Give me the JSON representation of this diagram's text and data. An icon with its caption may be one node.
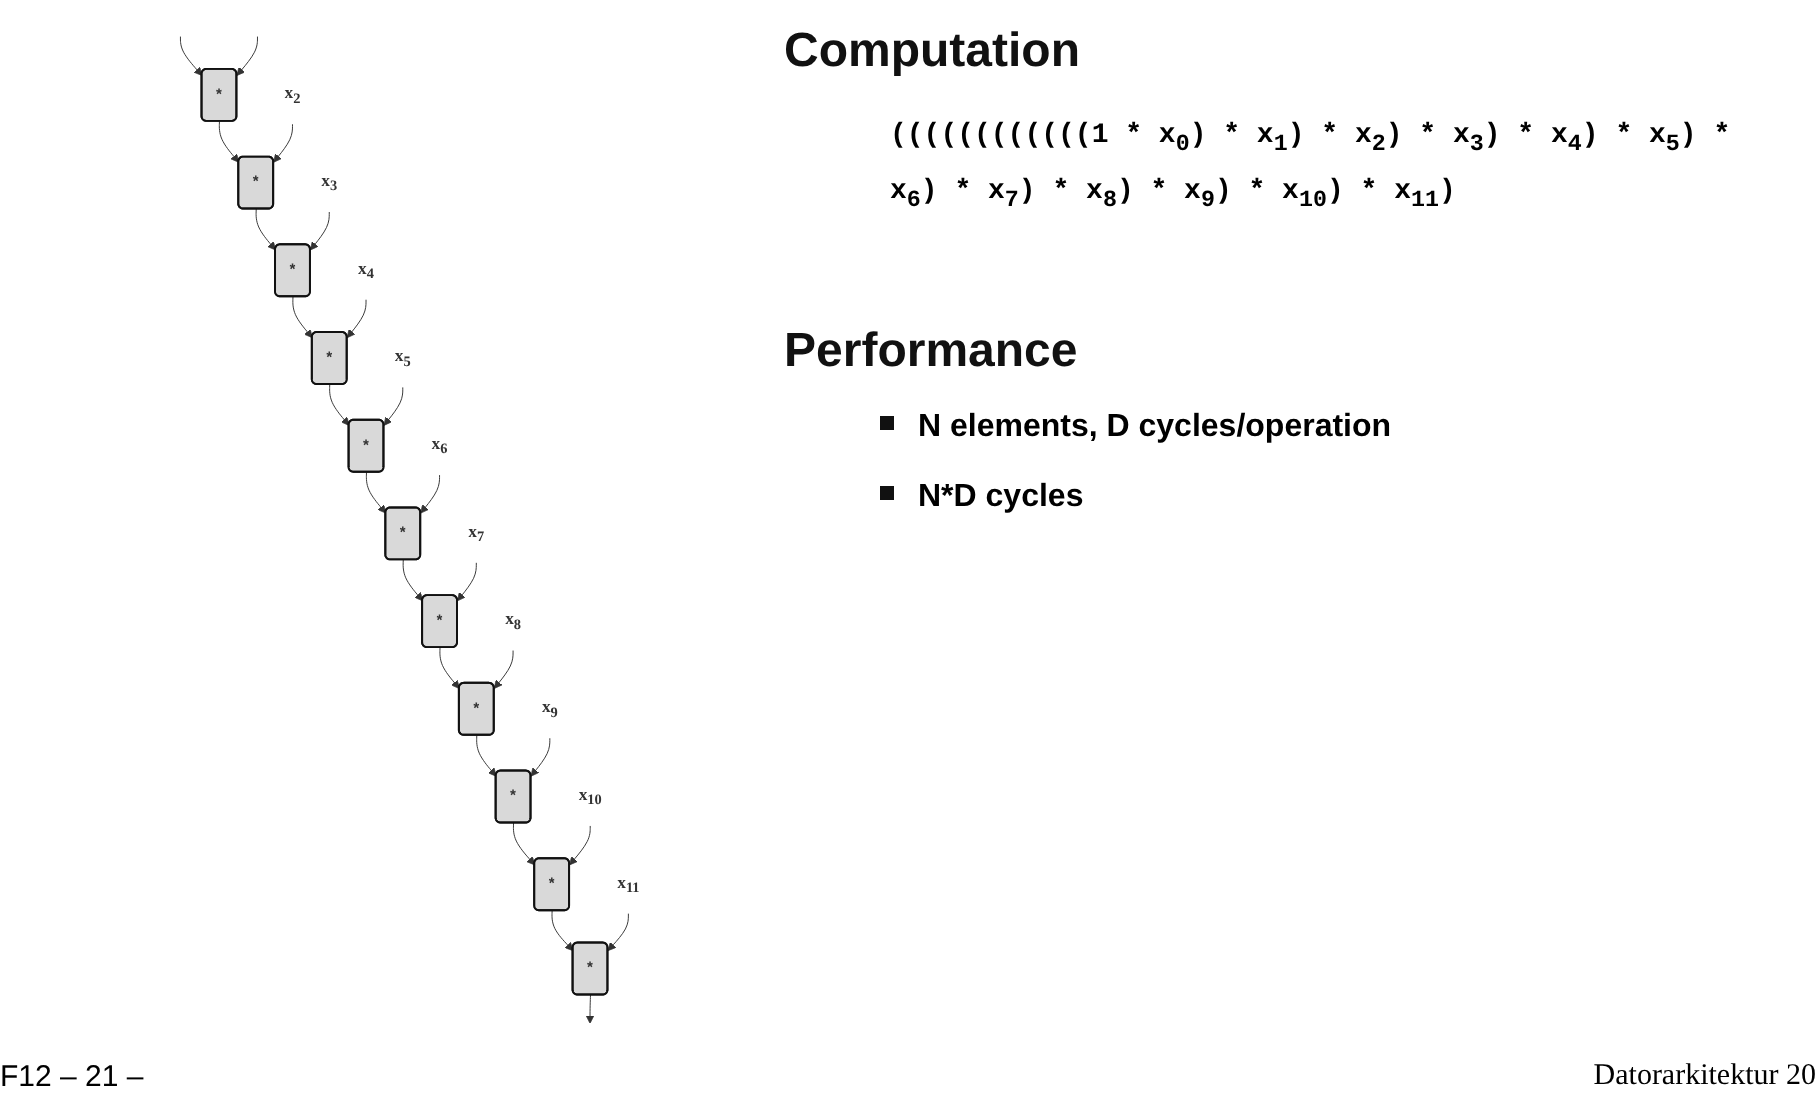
{
  "diagram": {
    "nodes": [
      {
        "text": [
          "*"
        ]
      },
      {
        "text": [
          "x$_{2}$"
        ]
      },
      {
        "text": [
          "*"
        ]
      },
      {
        "text": [
          "x$_{3}$"
        ]
      },
      {
        "text": [
          "*"
        ]
      },
      {
        "text": [
          "x$_{4}$"
        ]
      },
      {
        "text": [
          "*"
        ]
      },
      {
        "text": [
          "x$_{5}$"
        ]
      },
      {
        "text": [
          "*"
        ]
      },
      {
        "text": [
          "x$_{6}$"
        ]
      },
      {
        "text": [
          "*"
        ]
      },
      {
        "text": [
          "x$_{7}$"
        ]
      },
      {
        "text": [
          "*"
        ]
      },
      {
        "text": [
          "x$_{8}$"
        ]
      },
      {
        "text": [
          "*"
        ]
      },
      {
        "text": [
          "x$_{9}$"
        ]
      },
      {
        "text": [
          "*"
        ]
      },
      {
        "text": [
          "x$_{10}$"
        ]
      },
      {
        "text": [
          "*"
        ]
      },
      {
        "text": [
          "x$_{11}$"
        ]
      },
      {
        "text": [
          "*"
        ]
      }
    ],
    "edges": [
      {
        "from": null,
        "to": 0,
        "arrow": "to"
      },
      {
        "from": null,
        "to": 0,
        "arrow": "to"
      },
      {
        "from": 0,
        "to": 2,
        "arrow": "to"
      },
      {
        "from": 1,
        "to": 2,
        "arrow": "to"
      },
      {
        "from": 2,
        "to": 4,
        "arrow": "to"
      },
      {
        "from": 3,
        "to": 4,
        "arrow": "to"
      },
      {
        "from": 4,
        "to": 6,
        "arrow": "to"
      },
      {
        "from": 5,
        "to": 6,
        "arrow": "to"
      },
      {
        "from": 6,
        "to": 8,
        "arrow": "to"
      },
      {
        "from": 7,
        "to": 8,
        "arrow": "to"
      },
      {
        "from": 8,
        "to": 10,
        "arrow": "to"
      },
      {
        "from": 9,
        "to": 10,
        "arrow": "to"
      },
      {
        "from": 10,
        "to": 12,
        "arrow": "to"
      },
      {
        "from": 11,
        "to": 12,
        "arrow": "to"
      },
      {
        "from": 12,
        "to": 14,
        "arrow": "to"
      },
      {
        "from": 13,
        "to": 14,
        "arrow": "to"
      },
      {
        "from": 14,
        "to": 16,
        "arrow": "to"
      },
      {
        "from": 15,
        "to": 16,
        "arrow": "to"
      },
      {
        "from": 16,
        "to": 18,
        "arrow": "to"
      },
      {
        "from": 17,
        "to": 18,
        "arrow": "to"
      },
      {
        "from": 18,
        "to": 20,
        "arrow": "to"
      },
      {
        "from": 19,
        "to": 20,
        "arrow": "to"
      },
      {
        "from": 20,
        "to": null,
        "arrow": "to"
      }
    ],
    "labels": [
      "Computation",
      "((((((((((((1 * x$_{0}$) * x$_{1}$) * x$_{2}$) * x$_{3}$) * x$_{4}$) * x$_{5}$) * x$_{6}$) * x$_{7}$) * x$_{8}$) * x$_{9}$) * x$_{10}$) * x$_{11}$)",
      "Performance",
      "N elements, D cycles/operation",
      "N*D cycles",
      "F12 – 21 –",
      "Datorarkitektur 20"
    ]
  }
}
